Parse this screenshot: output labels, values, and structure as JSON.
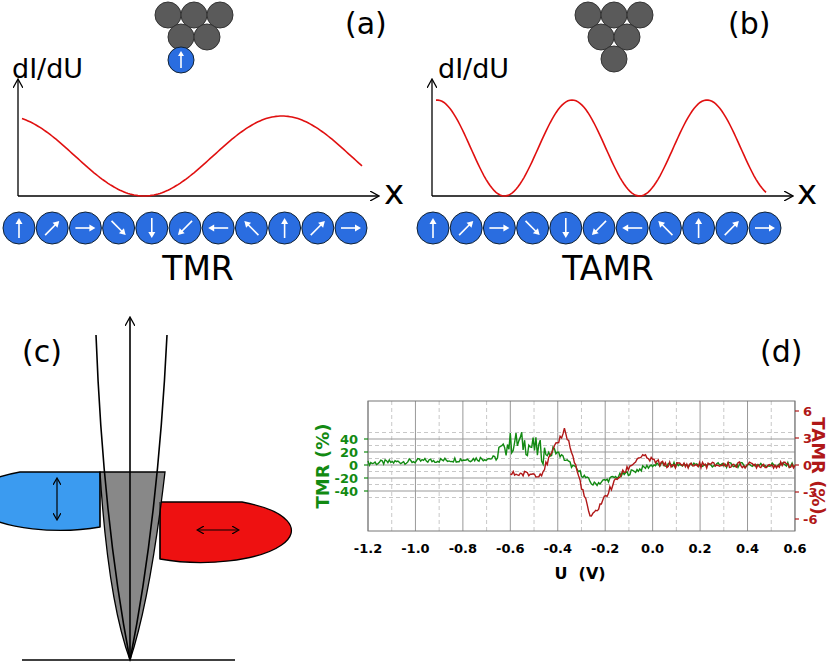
{
  "diagram": {
    "labels": [
      "(a)",
      "dI/dU",
      "x",
      "TMR",
      "(b)",
      "dI/dU",
      "x",
      "TAMR",
      "(c)",
      "(d)",
      "TMR (%)",
      "TAMR (%)",
      "40",
      "20",
      "0",
      "-20",
      "-40",
      "6",
      "3",
      "0",
      "-3",
      "-6",
      "-1.2",
      "-1.0",
      "-0.8",
      "-0.6",
      "-0.4",
      "-0.2",
      "0.0",
      "0.2",
      "0.4",
      "0.6",
      "U  (V)"
    ]
  }
}
